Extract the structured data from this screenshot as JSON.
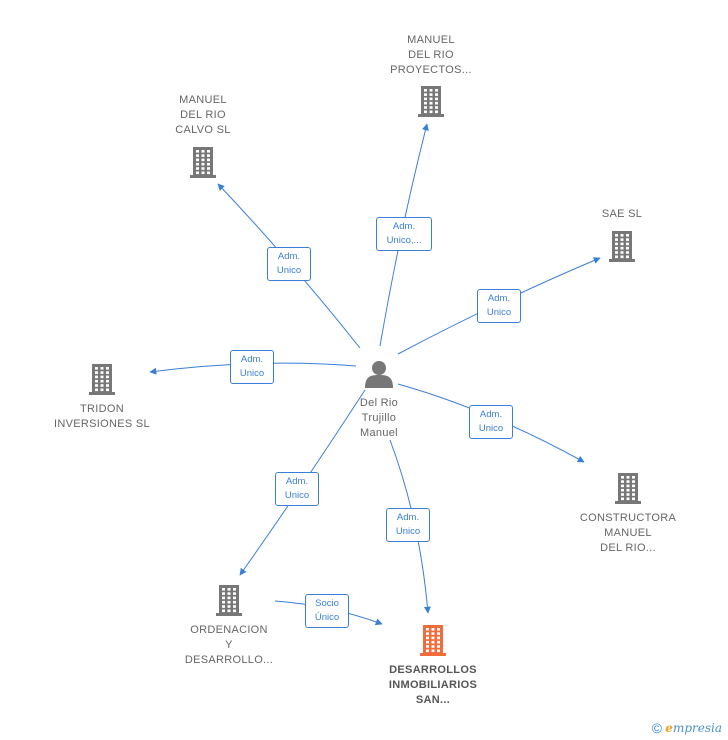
{
  "center": {
    "lines": [
      "Del Rio",
      "Trujillo",
      "Manuel"
    ],
    "icon": "person-icon"
  },
  "companies": [
    {
      "id": "proyectos",
      "lines": [
        "MANUEL",
        "DEL RIO",
        "PROYECTOS..."
      ],
      "icon": "building-icon",
      "color": "#777777",
      "highlight": false
    },
    {
      "id": "calvo",
      "lines": [
        "MANUEL",
        "DEL RIO",
        "CALVO SL"
      ],
      "icon": "building-icon",
      "color": "#777777",
      "highlight": false
    },
    {
      "id": "sae",
      "lines": [
        "SAE SL"
      ],
      "icon": "building-icon",
      "color": "#777777",
      "highlight": false
    },
    {
      "id": "tridon",
      "lines": [
        "TRIDON",
        "INVERSIONES SL"
      ],
      "icon": "building-icon",
      "color": "#777777",
      "highlight": false
    },
    {
      "id": "constructora",
      "lines": [
        "CONSTRUCTORA",
        "MANUEL",
        "DEL RIO..."
      ],
      "icon": "building-icon",
      "color": "#777777",
      "highlight": false
    },
    {
      "id": "ordenacion",
      "lines": [
        "ORDENACION",
        "Y",
        "DESARROLLO..."
      ],
      "icon": "building-icon",
      "color": "#777777",
      "highlight": false
    },
    {
      "id": "desarrollos",
      "lines": [
        "DESARROLLOS",
        "INMOBILIARIOS",
        "SAN..."
      ],
      "icon": "building-icon",
      "color": "#f26b3a",
      "highlight": true
    }
  ],
  "relations": [
    {
      "from": "center",
      "to": "proyectos",
      "lines": [
        "Adm.",
        "Unico,..."
      ]
    },
    {
      "from": "center",
      "to": "calvo",
      "lines": [
        "Adm.",
        "Unico"
      ]
    },
    {
      "from": "center",
      "to": "sae",
      "lines": [
        "Adm.",
        "Unico"
      ]
    },
    {
      "from": "center",
      "to": "tridon",
      "lines": [
        "Adm.",
        "Unico"
      ]
    },
    {
      "from": "center",
      "to": "constructora",
      "lines": [
        "Adm.",
        "Unico"
      ]
    },
    {
      "from": "center",
      "to": "ordenacion",
      "lines": [
        "Adm.",
        "Unico"
      ]
    },
    {
      "from": "center",
      "to": "desarrollos",
      "lines": [
        "Adm.",
        "Unico"
      ]
    },
    {
      "from": "ordenacion",
      "to": "desarrollos",
      "lines": [
        "Socio",
        "Único"
      ]
    }
  ],
  "colors": {
    "edge": "#3a7fd6",
    "node": "#777777",
    "highlight": "#f26b3a"
  },
  "footer": {
    "symbol": "©",
    "brand_initial": "e",
    "brand_rest": "mpresia"
  }
}
